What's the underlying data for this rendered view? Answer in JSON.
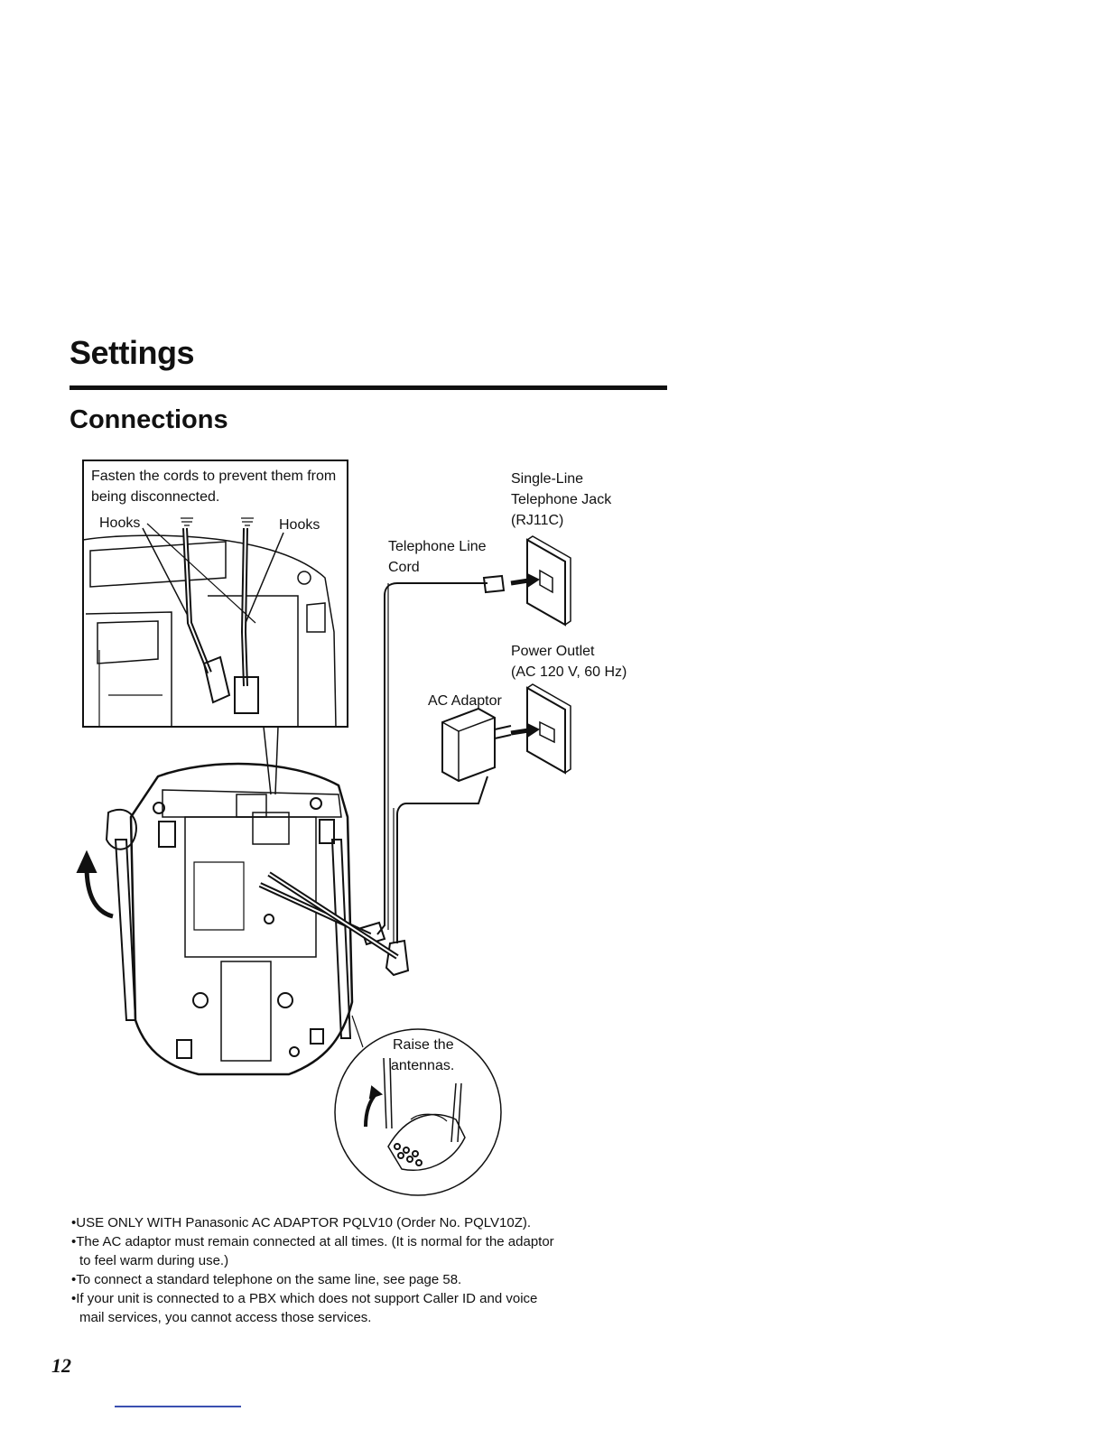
{
  "header": {
    "title": "Settings",
    "subtitle": "Connections"
  },
  "figure": {
    "inset_note": "Fasten the cords to prevent them from being disconnected.",
    "hooks_left": "Hooks",
    "hooks_right": "Hooks",
    "jack_line1": "Single-Line",
    "jack_line2": "Telephone Jack",
    "jack_line3": "(RJ11C)",
    "cord_line1": "Telephone Line",
    "cord_line2": "Cord",
    "outlet_line1": "Power Outlet",
    "outlet_line2": "(AC 120 V, 60 Hz)",
    "adaptor": "AC Adaptor",
    "antenna_line1": "Raise the",
    "antenna_line2": "antennas."
  },
  "notes": [
    "•USE ONLY WITH Panasonic AC ADAPTOR PQLV10 (Order No. PQLV10Z).",
    "•The AC adaptor must remain connected at all times. (It is normal for the adaptor",
    "to feel warm during use.)",
    "•To connect a standard telephone on the same line, see page 58.",
    "•If your unit is connected to a PBX which does not support Caller ID and voice",
    "mail services, you cannot access those services."
  ],
  "page_number": "12",
  "colors": {
    "ink": "#111111",
    "footer_rule": "#3a4fb0"
  }
}
